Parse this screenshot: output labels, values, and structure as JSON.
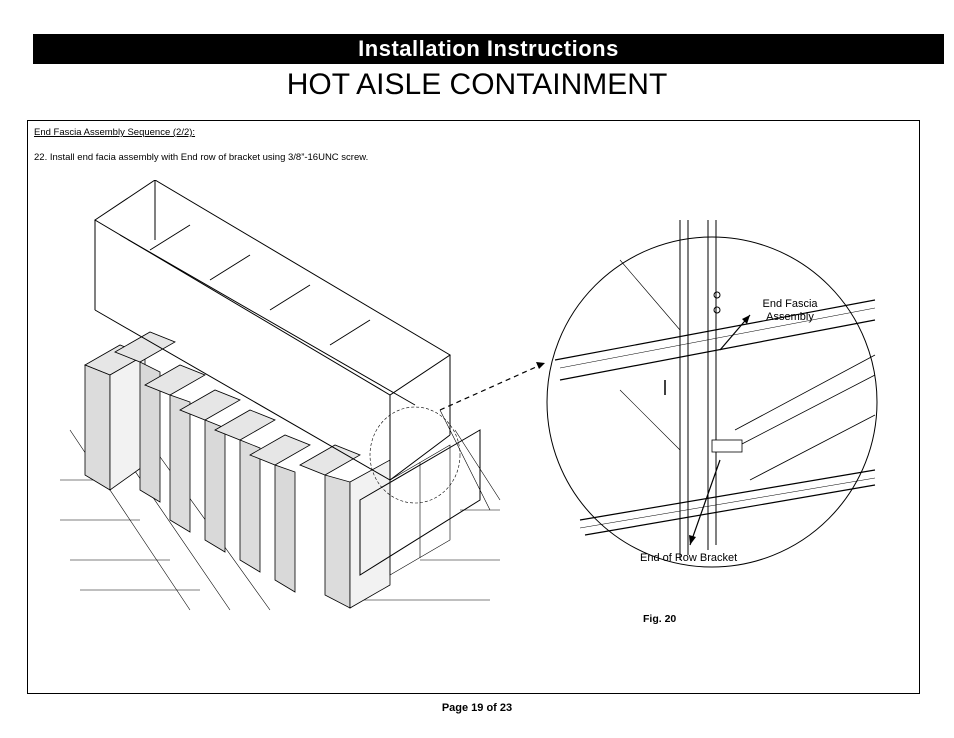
{
  "header": {
    "banner": "Installation Instructions",
    "title": "HOT AISLE CONTAINMENT"
  },
  "content": {
    "section_heading": "End  Fascia Assembly Sequence (2/2):",
    "step": "22. Install end facia assembly with End row of bracket using 3/8”-16UNC screw."
  },
  "figure": {
    "callouts": {
      "end_fascia": "End Fascia Assembly",
      "end_of_row_bracket": "End of Row Bracket"
    },
    "label": "Fig. 20"
  },
  "footer": {
    "page": "Page 19 of 23"
  }
}
